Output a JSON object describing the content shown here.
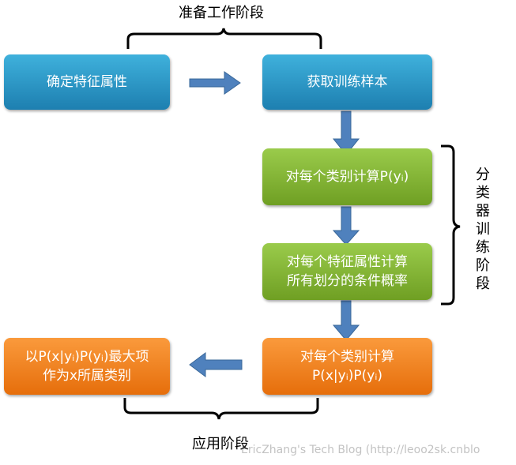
{
  "labels": {
    "prep_stage": "准备工作阶段",
    "train_stage": "分类器训练阶段",
    "apply_stage": "应用阶段"
  },
  "boxes": {
    "determine_features": {
      "lines": [
        "确定特征属性"
      ]
    },
    "get_samples": {
      "lines": [
        "获取训练样本"
      ]
    },
    "calc_py": {
      "lines": [
        "对每个类别计算P(yᵢ)"
      ]
    },
    "calc_cond_prob": {
      "lines": [
        "对每个特征属性计算",
        "所有划分的条件概率"
      ]
    },
    "calc_pxy": {
      "lines": [
        "对每个类别计算",
        "P(x|yᵢ)P(yᵢ)"
      ]
    },
    "result": {
      "lines": [
        "以P(x|yᵢ)P(yᵢ)最大项",
        "作为x所属类别"
      ]
    }
  },
  "watermark": "EricZhang's Tech Blog (http://leoo2sk.cnblo",
  "colors": {
    "stage1": "#2a98c8",
    "stage2": "#84b53a",
    "stage3": "#f08528",
    "arrow": "#4f81bd",
    "brace": "#000000"
  }
}
